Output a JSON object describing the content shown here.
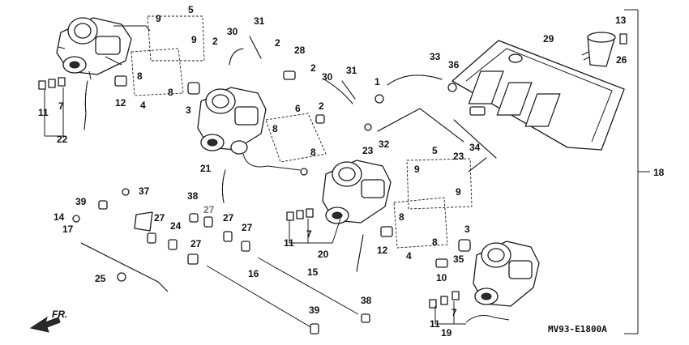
{
  "diagram": {
    "drawing_code": "MV93-E1800A",
    "front_marker": "FR.",
    "labels": [
      {
        "id": "l1",
        "text": "1"
      },
      {
        "id": "l2a",
        "text": "2"
      },
      {
        "id": "l2b",
        "text": "2"
      },
      {
        "id": "l2c",
        "text": "2"
      },
      {
        "id": "l2d",
        "text": "2"
      },
      {
        "id": "l3a",
        "text": "3"
      },
      {
        "id": "l3b",
        "text": "3"
      },
      {
        "id": "l4a",
        "text": "4"
      },
      {
        "id": "l4b",
        "text": "4"
      },
      {
        "id": "l5a",
        "text": "5"
      },
      {
        "id": "l5b",
        "text": "5"
      },
      {
        "id": "l6",
        "text": "6"
      },
      {
        "id": "l7a",
        "text": "7"
      },
      {
        "id": "l7b",
        "text": "7"
      },
      {
        "id": "l7c",
        "text": "7"
      },
      {
        "id": "l8a",
        "text": "8"
      },
      {
        "id": "l8b",
        "text": "8"
      },
      {
        "id": "l8c",
        "text": "8"
      },
      {
        "id": "l8d",
        "text": "8"
      },
      {
        "id": "l8e",
        "text": "8"
      },
      {
        "id": "l8f",
        "text": "8"
      },
      {
        "id": "l9a",
        "text": "9"
      },
      {
        "id": "l9b",
        "text": "9"
      },
      {
        "id": "l9c",
        "text": "9"
      },
      {
        "id": "l9d",
        "text": "9"
      },
      {
        "id": "l10",
        "text": "10"
      },
      {
        "id": "l11a",
        "text": "11"
      },
      {
        "id": "l11b",
        "text": "11"
      },
      {
        "id": "l11c",
        "text": "11"
      },
      {
        "id": "l12a",
        "text": "12"
      },
      {
        "id": "l12b",
        "text": "12"
      },
      {
        "id": "l13",
        "text": "13"
      },
      {
        "id": "l14",
        "text": "14"
      },
      {
        "id": "l15",
        "text": "15"
      },
      {
        "id": "l16",
        "text": "16"
      },
      {
        "id": "l17",
        "text": "17"
      },
      {
        "id": "l18",
        "text": "18"
      },
      {
        "id": "l19",
        "text": "19"
      },
      {
        "id": "l20",
        "text": "20"
      },
      {
        "id": "l21",
        "text": "21"
      },
      {
        "id": "l22",
        "text": "22"
      },
      {
        "id": "l23a",
        "text": "23"
      },
      {
        "id": "l23b",
        "text": "23"
      },
      {
        "id": "l24",
        "text": "24"
      },
      {
        "id": "l25",
        "text": "25"
      },
      {
        "id": "l26",
        "text": "26"
      },
      {
        "id": "l27a",
        "text": "27"
      },
      {
        "id": "l27b",
        "text": "27"
      },
      {
        "id": "l27c",
        "text": "27"
      },
      {
        "id": "l27d",
        "text": "27"
      },
      {
        "id": "l27e",
        "text": "27"
      },
      {
        "id": "l28",
        "text": "28"
      },
      {
        "id": "l29",
        "text": "29"
      },
      {
        "id": "l30a",
        "text": "30"
      },
      {
        "id": "l30b",
        "text": "30"
      },
      {
        "id": "l31a",
        "text": "31"
      },
      {
        "id": "l31b",
        "text": "31"
      },
      {
        "id": "l32",
        "text": "32"
      },
      {
        "id": "l33",
        "text": "33"
      },
      {
        "id": "l34",
        "text": "34"
      },
      {
        "id": "l35",
        "text": "35"
      },
      {
        "id": "l36",
        "text": "36"
      },
      {
        "id": "l37",
        "text": "37"
      },
      {
        "id": "l38a",
        "text": "38"
      },
      {
        "id": "l38b",
        "text": "38"
      },
      {
        "id": "l39a",
        "text": "39"
      },
      {
        "id": "l39b",
        "text": "39"
      }
    ]
  }
}
